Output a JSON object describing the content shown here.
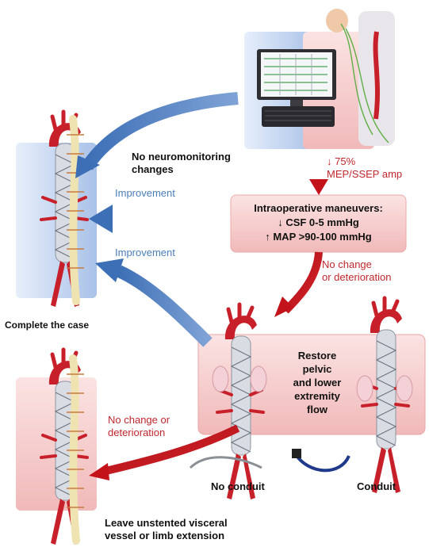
{
  "top_right": {
    "drop_label_line1": "↓ 75%",
    "drop_label_line2": "MEP/SSEP amp"
  },
  "left_top": {
    "no_change_line1": "No neuromonitoring",
    "no_change_line2": "changes",
    "improvement_1": "Improvement",
    "improvement_2": "Improvement",
    "caption": "Complete the case"
  },
  "maneuvers": {
    "title": "Intraoperative maneuvers:",
    "line1": "↓ CSF 0-5 mmHg",
    "line2": "↑ MAP >90-100 mmHg"
  },
  "middle": {
    "no_change_line1": "No change",
    "no_change_line2": "or deterioration"
  },
  "restore": {
    "line1": "Restore",
    "line2": "pelvic",
    "line3": "and lower",
    "line4": "extremity",
    "line5": "flow"
  },
  "bottom": {
    "no_change_line1": "No change or",
    "no_change_line2": "deterioration",
    "no_conduit": "No conduit",
    "conduit": "Conduit",
    "leave_line1": "Leave unstented visceral",
    "leave_line2": "vessel or limb extension"
  },
  "colors": {
    "blue_arrow": "#4f7fbf",
    "red_arrow": "#c4121a",
    "pink_box": "#f3c4c4",
    "blue_panel": "#c9d9f1"
  }
}
